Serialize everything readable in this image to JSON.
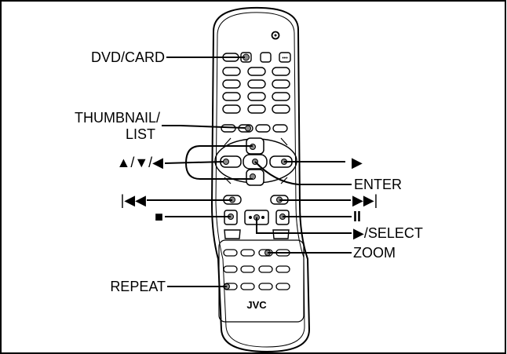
{
  "labels": {
    "dvd_card": "DVD/CARD",
    "thumbnail_1": "THUMBNAIL/",
    "thumbnail_2": "LIST",
    "cursor": "▲/▼/◀",
    "play": "▶",
    "enter": "ENTER",
    "prev": "|◀◀",
    "next": "▶▶|",
    "stop": "■",
    "pause": "II",
    "play_select": "▶/SELECT",
    "zoom": "ZOOM",
    "repeat": "REPEAT"
  },
  "remote": {
    "brand": "JVC"
  },
  "colors": {
    "line": "#000000",
    "remote_body": "#ffffff",
    "highlight_button": "#8a8a8a"
  }
}
